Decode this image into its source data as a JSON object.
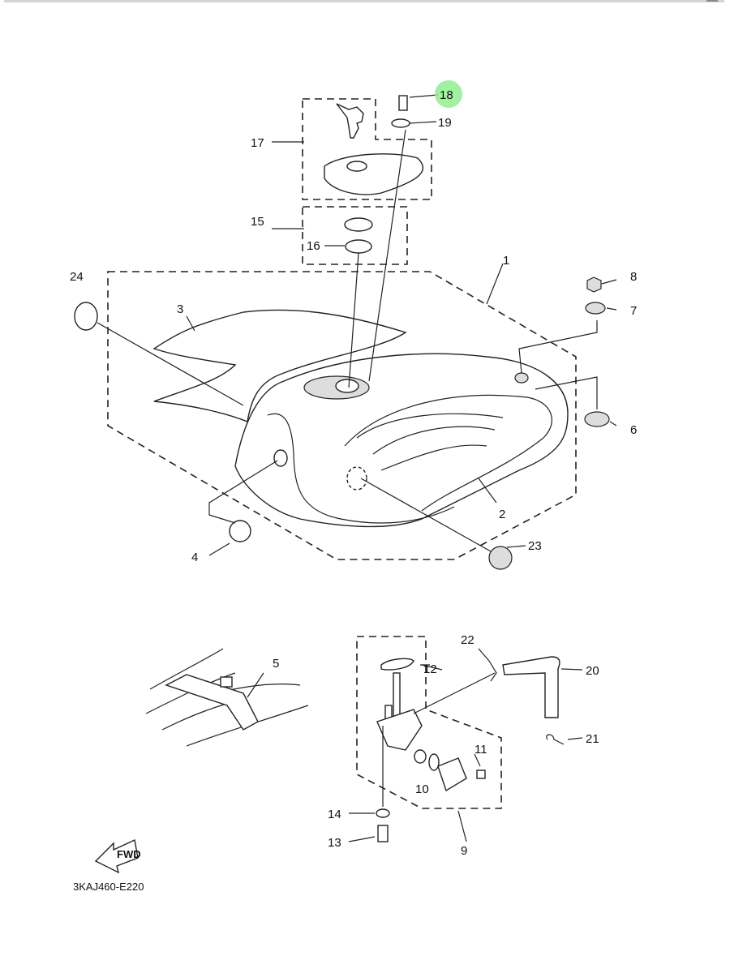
{
  "diagram": {
    "title_code": "3KAJ460-E220",
    "fwd_label": "FWD",
    "highlight_color": "#90ee90",
    "highlighted_part": "18",
    "parts": {
      "p1": "1",
      "p2": "2",
      "p3": "3",
      "p4": "4",
      "p5": "5",
      "p6": "6",
      "p7": "7",
      "p8": "8",
      "p9": "9",
      "p10": "10",
      "p11": "11",
      "p12": "12",
      "p13": "13",
      "p14": "14",
      "p15": "15",
      "p16": "16",
      "p17": "17",
      "p18": "18",
      "p19": "19",
      "p20": "20",
      "p21": "21",
      "p22": "22",
      "p23": "23",
      "p24": "24"
    }
  }
}
